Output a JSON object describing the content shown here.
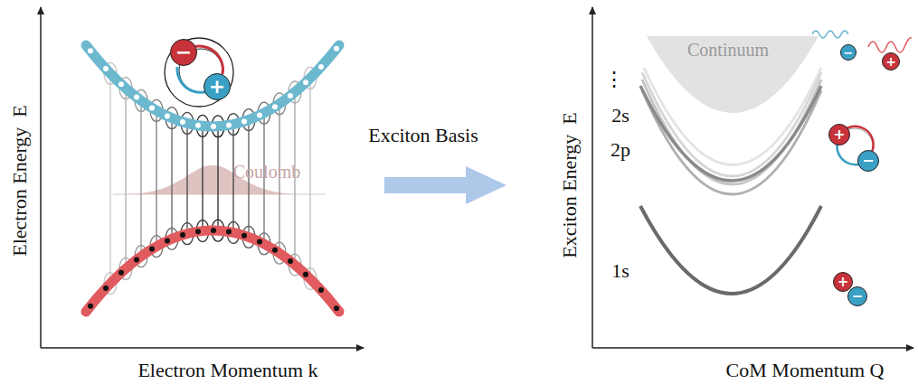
{
  "diagram": {
    "nodes": [
      {
        "text": [
          "−"
        ]
      },
      {
        "text": [
          "+"
        ]
      },
      {
        "text": [
          "−"
        ]
      },
      {
        "text": [
          "+"
        ]
      },
      {
        "text": [
          "+"
        ]
      },
      {
        "text": [
          "−"
        ]
      },
      {
        "text": [
          "+"
        ]
      },
      {
        "text": [
          "−"
        ]
      }
    ],
    "labels": [
      "Electron Energy  E",
      "Electron Momentum k",
      "Coulomb",
      "Exciton Basis",
      "Exciton Energy  E",
      "CoM Momentum Q",
      "Continuum",
      "⋮",
      "2s",
      "2p",
      "1s"
    ]
  }
}
